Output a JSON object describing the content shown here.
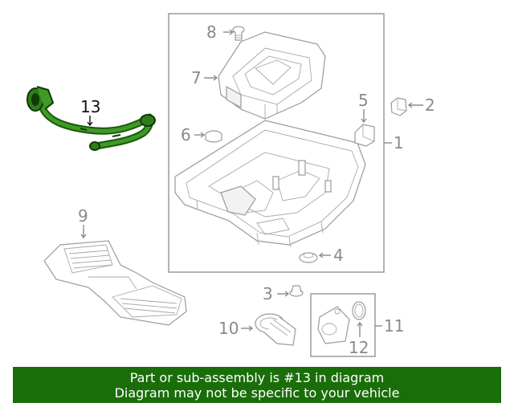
{
  "callouts": {
    "c1": "1",
    "c2": "2",
    "c3": "3",
    "c4": "4",
    "c5": "5",
    "c6": "6",
    "c7": "7",
    "c8": "8",
    "c9": "9",
    "c10": "10",
    "c11": "11",
    "c12": "12",
    "c13": "13"
  },
  "highlight_color": "#1a6e0a",
  "banner": {
    "line1": "Part or sub-assembly is #13 in diagram",
    "line2": "Diagram may not be specific to your vehicle",
    "background": "#1a6e0a"
  }
}
